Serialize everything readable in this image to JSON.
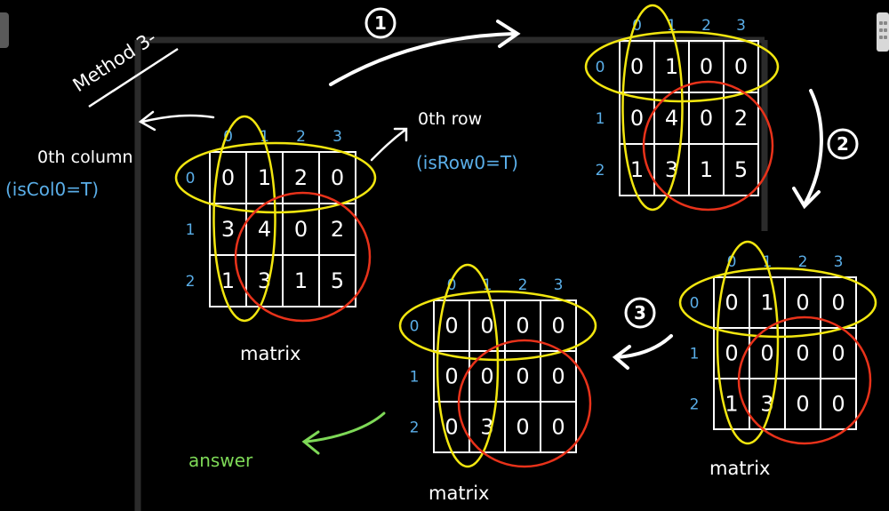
{
  "labels": {
    "method": "Method 3-",
    "col0_note": "0th column",
    "col0_flag": "(isCol0=T)",
    "row0_note": "0th row",
    "row0_flag": "(isRow0=T)",
    "caption": "matrix",
    "answer": "answer"
  },
  "steps": [
    "1",
    "2",
    "3"
  ],
  "col_headers": [
    "0",
    "1",
    "2",
    "3"
  ],
  "row_headers": [
    "0",
    "1",
    "2"
  ],
  "matrices": [
    {
      "id": "original",
      "rows": [
        [
          "0",
          "1",
          "2",
          "0"
        ],
        [
          "3",
          "4",
          "0",
          "2"
        ],
        [
          "1",
          "3",
          "1",
          "5"
        ]
      ],
      "caption": true
    },
    {
      "id": "after-step-1",
      "rows": [
        [
          "0",
          "1",
          "0",
          "0"
        ],
        [
          "0",
          "4",
          "0",
          "2"
        ],
        [
          "1",
          "3",
          "1",
          "5"
        ]
      ],
      "caption": false
    },
    {
      "id": "after-step-2",
      "rows": [
        [
          "0",
          "1",
          "0",
          "0"
        ],
        [
          "0",
          "0",
          "0",
          "0"
        ],
        [
          "1",
          "3",
          "0",
          "0"
        ]
      ],
      "caption": true
    },
    {
      "id": "answer",
      "rows": [
        [
          "0",
          "0",
          "0",
          "0"
        ],
        [
          "0",
          "0",
          "0",
          "0"
        ],
        [
          "0",
          "3",
          "0",
          "0"
        ]
      ],
      "caption": true
    }
  ],
  "colors": {
    "ink": "#ffffff",
    "flag_text": "#5aaee8",
    "highlight_yellow": "#f2e60f",
    "highlight_red": "#e8321a",
    "answer_green": "#7ed957"
  }
}
